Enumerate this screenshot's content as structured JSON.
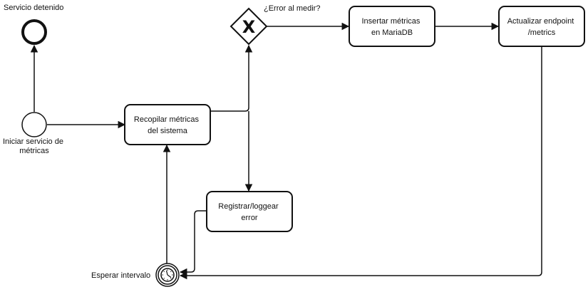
{
  "events": {
    "end_label": "Servicio detenido",
    "start_label_line1": "Iniciar servicio de",
    "start_label_line2": "métricas",
    "timer_label": "Esperar intervalo"
  },
  "tasks": {
    "collect_line1": "Recopilar métricas",
    "collect_line2": "del sistema",
    "insert_line1": "Insertar métricas",
    "insert_line2": "en MariaDB",
    "update_line1": "Actualizar endpoint",
    "update_line2": "/metrics",
    "log_line1": "Registrar/loggear",
    "log_line2": "error"
  },
  "gateway": {
    "label": "¿Error al medir?",
    "symbol": "X"
  }
}
